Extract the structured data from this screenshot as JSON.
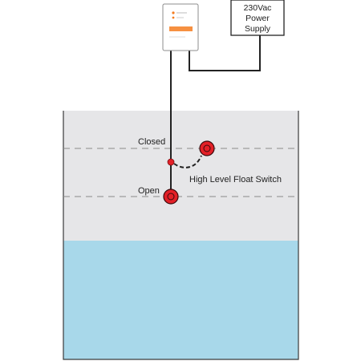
{
  "power_supply": {
    "line1": "230Vac",
    "line2": "Power",
    "line3": "Supply"
  },
  "float_switch": {
    "label": "High Level Float Switch",
    "closed_label": "Closed",
    "open_label": "Open"
  },
  "colors": {
    "tank_air": "#e6e6e8",
    "water": "#a8d8ea",
    "float_red": "#e32027",
    "outline": "#3a3a3a",
    "dashed_line": "#8a8a8a",
    "alarm_accent": "#f47c20"
  }
}
